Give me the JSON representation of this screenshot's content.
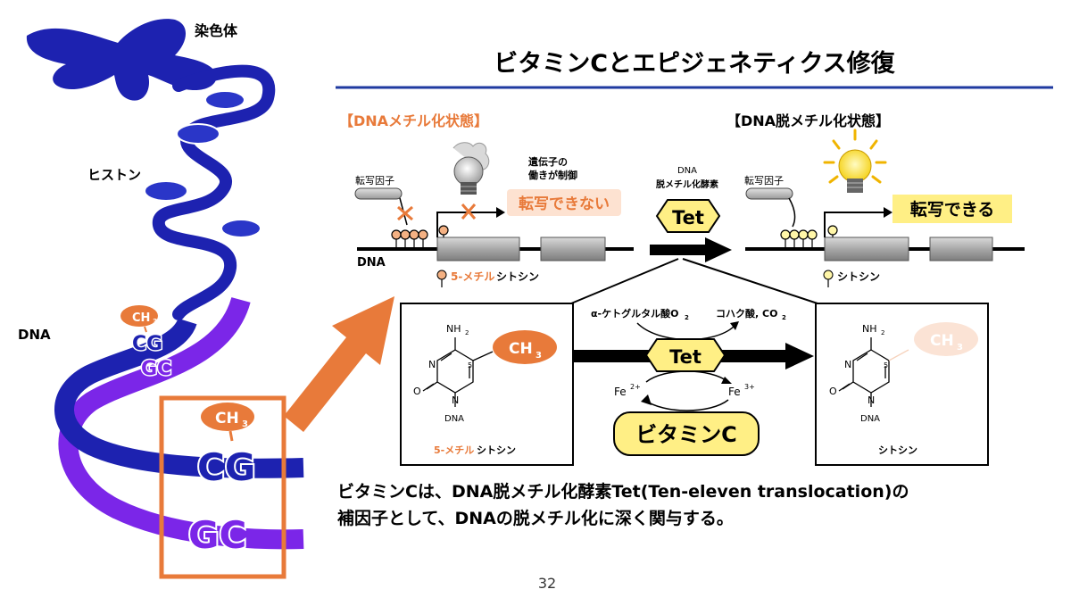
{
  "title": "ビタミンCとエピジェネティクス修復",
  "left": {
    "chromosome_label": "染色体",
    "histone_label": "ヒストン",
    "dna_label": "DNA",
    "small_cg": "CG",
    "small_gc": "GC",
    "small_ch3": "CH",
    "small_ch3_sub": "3",
    "big_cg": "CG",
    "big_gc": "GC",
    "big_ch3": "CH",
    "big_ch3_sub": "3"
  },
  "methyl": {
    "title": "【DNAメチル化状態】",
    "tf_label": "転写因子",
    "gene_ctrl_1": "遺伝子の",
    "gene_ctrl_2": "働きが制御",
    "cannot": "転写できない",
    "dna_label": "DNA",
    "legend_prefix": "5-メチル",
    "legend_suffix": "シトシン"
  },
  "enzyme": {
    "label_1": "DNA",
    "label_2": "脱メチル化酵素",
    "tet": "Tet"
  },
  "demethyl": {
    "title": "【DNA脱メチル化状態】",
    "tf_label": "転写因子",
    "can": "転写できる",
    "legend": "シトシン"
  },
  "reaction": {
    "akg": "α-ケトグルタル酸O",
    "akg_sub": "2",
    "succ": "コハク酸, CO",
    "succ_sub": "2",
    "tet": "Tet",
    "fe2": "Fe",
    "fe2_sup": "2+",
    "fe3": "Fe",
    "fe3_sup": "3+",
    "vitc": "ビタミンC"
  },
  "left_molecule": {
    "nh2": "NH",
    "nh2_sub": "2",
    "ch3": "CH",
    "ch3_sub": "3",
    "n_top": "N",
    "n_bottom": "N",
    "o": "O",
    "five": "5",
    "dna": "DNA",
    "caption_prefix": "5-メチル",
    "caption_suffix": "シトシン"
  },
  "right_molecule": {
    "nh2": "NH",
    "nh2_sub": "2",
    "ch3": "CH",
    "ch3_sub": "3",
    "n_top": "N",
    "n_bottom": "N",
    "o": "O",
    "five": "5",
    "dna": "DNA",
    "caption": "シトシン"
  },
  "body_text": {
    "line1": "ビタミンCは、DNA脱メチル化酵素Tet(Ten-eleven translocation)の",
    "line2": "補因子として、DNAの脱メチル化に深く関与する。"
  },
  "page_number": "32",
  "colors": {
    "dna_blue": "#1d22b0",
    "dna_purple": "#7b26e8",
    "orange": "#e87a3a",
    "title_rule": "#1f3aa0",
    "highlight_yellow": "#ffef85"
  }
}
